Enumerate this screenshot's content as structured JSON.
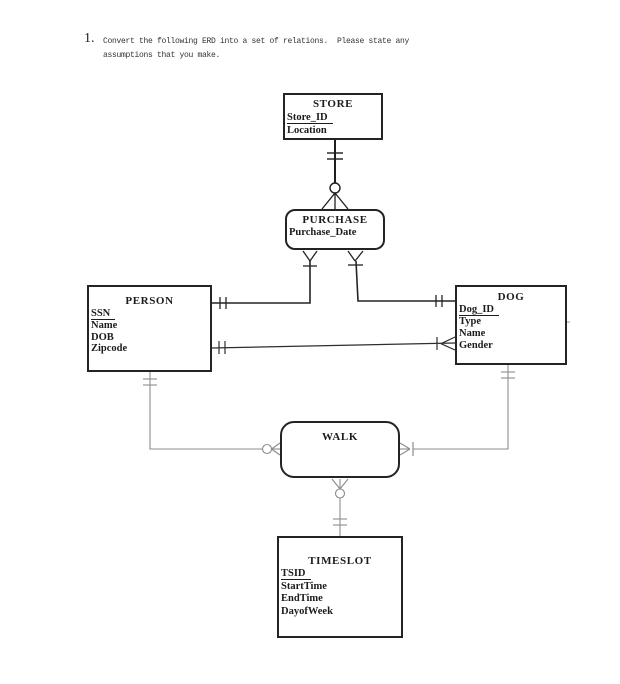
{
  "question": {
    "number": "1.",
    "line1": "Convert the following ERD into a set of relations.  Please state any",
    "line2": "assumptions that you make."
  },
  "entities": {
    "store": {
      "title": "STORE",
      "key": "Store_ID",
      "attributes": [
        "Location"
      ]
    },
    "purchase": {
      "title": "PURCHASE",
      "attributes": [
        "Purchase_Date"
      ]
    },
    "person": {
      "title": "PERSON",
      "key": "SSN",
      "attributes": [
        "Name",
        "DOB",
        "Zipcode"
      ]
    },
    "dog": {
      "title": "DOG",
      "key": "Dog_ID",
      "attributes": [
        "Type",
        "Name",
        "Gender"
      ]
    },
    "walk": {
      "title": "WALK"
    },
    "timeslot": {
      "title": "TIMESLOT",
      "key": "TSID",
      "attributes": [
        "StartTime",
        "EndTime",
        "DayofWeek"
      ]
    }
  },
  "relationships": [
    {
      "from": "STORE",
      "to": "PURCHASE",
      "from_cardinality": "one-and-only-one",
      "to_cardinality": "zero-or-many"
    },
    {
      "from": "PERSON",
      "to": "PURCHASE",
      "from_cardinality": "one-and-only-one",
      "to_cardinality": "one-or-many"
    },
    {
      "from": "DOG",
      "to": "PURCHASE",
      "from_cardinality": "one-and-only-one",
      "to_cardinality": "one-or-many"
    },
    {
      "from": "PERSON",
      "to": "DOG",
      "from_cardinality": "one-and-only-one",
      "to_cardinality": "one-or-many"
    },
    {
      "from": "PERSON",
      "to": "WALK",
      "from_cardinality": "one-and-only-one",
      "to_cardinality": "zero-or-many"
    },
    {
      "from": "DOG",
      "to": "WALK",
      "from_cardinality": "one-and-only-one",
      "to_cardinality": "one-or-many"
    },
    {
      "from": "WALK",
      "to": "TIMESLOT",
      "from_cardinality": "zero-or-many",
      "to_cardinality": "one-and-only-one"
    }
  ],
  "colors": {
    "background": "#ffffff",
    "text": "#1c1c1c",
    "box_border": "#242424",
    "dark_line": "#1f1f1f",
    "light_line": "#8c8c8c"
  }
}
